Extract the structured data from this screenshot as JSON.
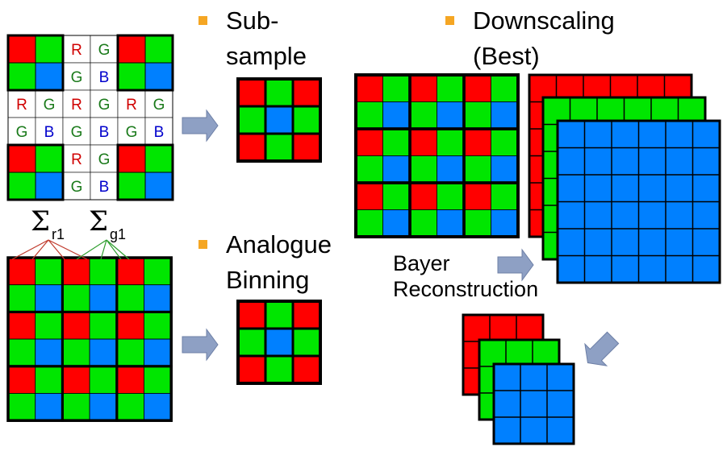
{
  "colors": {
    "red": "#ff0000",
    "green": "#00e600",
    "blue": "#0080ff",
    "bullet": "#f5a623",
    "arrow": "#8ea0c4",
    "sum_red_arrows": "#c0392b",
    "sum_green_arrows": "#2e9e2e"
  },
  "titles": {
    "subsample": [
      "Sub-",
      "sample"
    ],
    "binning": [
      "Analogue",
      "Binning"
    ],
    "downscaling": [
      "Downscaling",
      "(Best)"
    ]
  },
  "labels": {
    "bayer": [
      "Bayer",
      "Reconstruction"
    ],
    "sum_r": "r1",
    "sum_g": "g1",
    "sigma": "Σ"
  },
  "mosaic_letters": [
    [
      "",
      "",
      "R",
      "G",
      "",
      ""
    ],
    [
      "",
      "",
      "G",
      "B",
      "",
      ""
    ],
    [
      "R",
      "G",
      "R",
      "G",
      "R",
      "G"
    ],
    [
      "G",
      "B",
      "G",
      "B",
      "G",
      "B"
    ],
    [
      "",
      "",
      "R",
      "G",
      "",
      ""
    ],
    [
      "",
      "",
      "G",
      "B",
      "",
      ""
    ]
  ],
  "bayer_pattern": [
    [
      "R",
      "G"
    ],
    [
      "G",
      "B"
    ]
  ],
  "icons": [
    "bullet-icon",
    "right-arrow-icon",
    "down-left-arrow-icon"
  ]
}
